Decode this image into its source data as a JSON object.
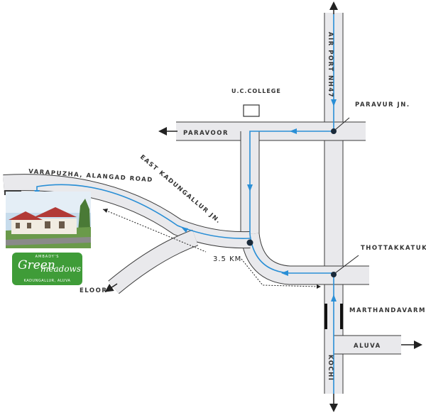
{
  "labels": {
    "airport": "AIR PORT NH47",
    "paravur_jn": "PARAVUR JN.",
    "uc_college": "U.C.COLLEGE",
    "paravoor": "PARAVOOR",
    "east_kadungallur": "EAST KADUNGALLUR JN.",
    "varapuzha": "VARAPUZHA, ALANGAD ROAD",
    "thottakkatukara": "THOTTAKKATUK",
    "distance": "3.5 KM",
    "eloor": "ELOOR",
    "marthandavarma": "MARTHANDAVARMA",
    "aluva": "ALUVA",
    "kochi": "KOCHI"
  },
  "logo": {
    "brand": "AMBADY'S",
    "name_line1": "Green",
    "name_line2": "meadows",
    "location": "KADUNGALLUR, ALUVA"
  },
  "colors": {
    "road_fill": "#e9e9ec",
    "road_edge": "#3a3a3a",
    "route": "#2a8fd6",
    "logo_bg": "#3f9c38"
  }
}
